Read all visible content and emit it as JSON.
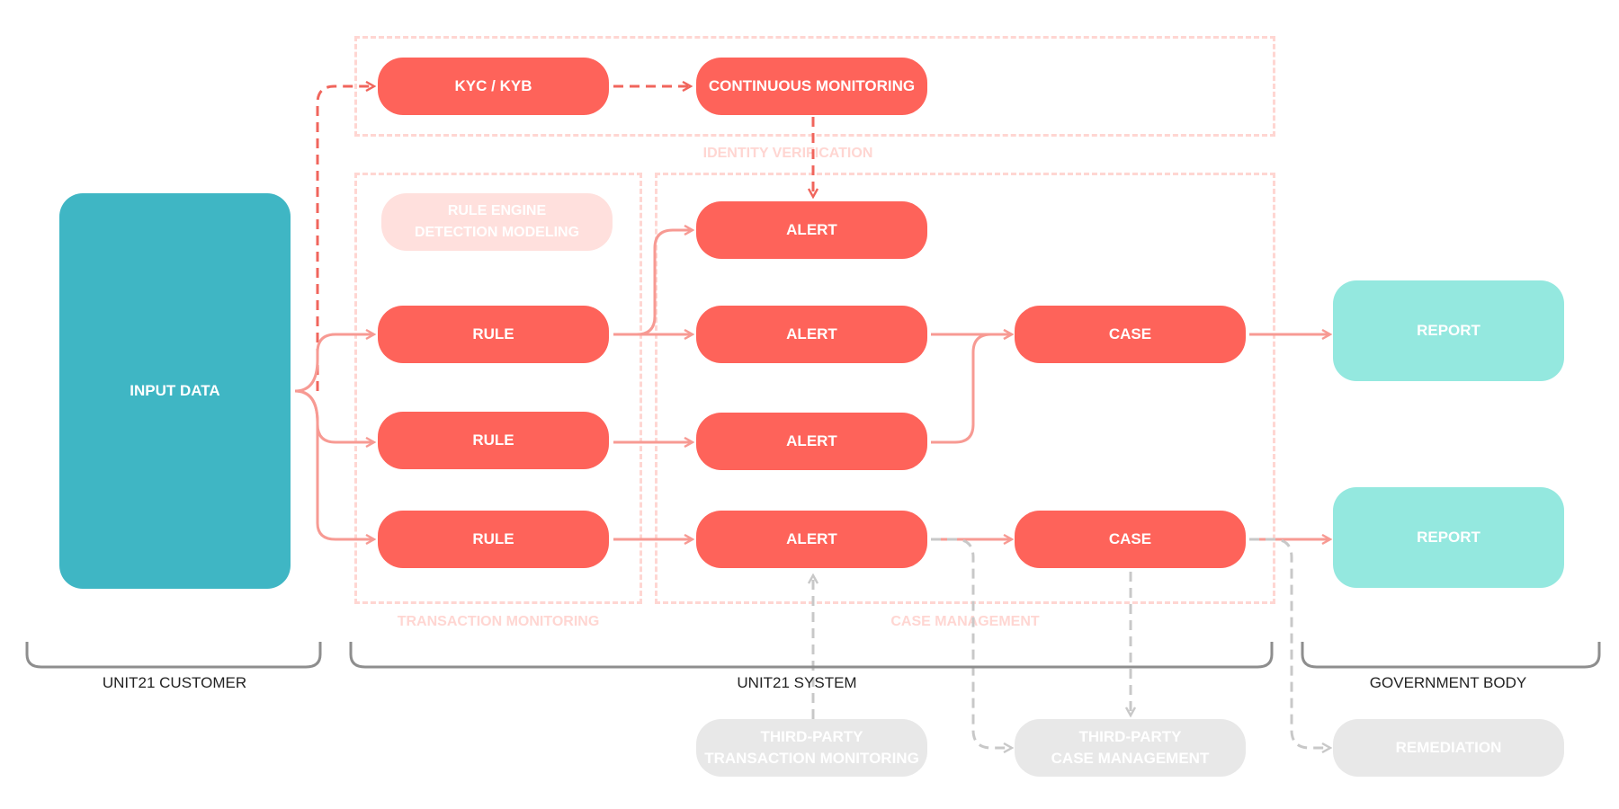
{
  "nodes": {
    "input_data": "INPUT DATA",
    "kyc_kyb": "KYC / KYB",
    "continuous_monitoring": "CONTINUOUS MONITORING",
    "rule_engine": "RULE ENGINE\nDETECTION MODELING",
    "rule_1": "RULE",
    "rule_2": "RULE",
    "rule_3": "RULE",
    "alert_1": "ALERT",
    "alert_2": "ALERT",
    "alert_3": "ALERT",
    "alert_4": "ALERT",
    "case_1": "CASE",
    "case_2": "CASE",
    "report_1": "REPORT",
    "report_2": "REPORT",
    "third_party_tm": "THIRD-PARTY\nTRANSACTION MONITORING",
    "third_party_cm": "THIRD-PARTY\nCASE MANAGEMENT",
    "remediation": "REMEDIATION"
  },
  "regions": {
    "identity_verification": "IDENTITY VERIFICATION",
    "transaction_monitoring": "TRANSACTION MONITORING",
    "case_management": "CASE MANAGEMENT"
  },
  "groups": {
    "customer": "UNIT21 CUSTOMER",
    "system": "UNIT21 SYSTEM",
    "government": "GOVERNMENT BODY"
  },
  "colors": {
    "node_red": "#FE635A",
    "input_teal": "#3FB6C4",
    "report_mint": "#94E8DF",
    "third_party_grey": "#E8E8E8",
    "region_dash": "#FFD6D2",
    "connector_red": "#F79A93",
    "connector_grey": "#C8C8C8"
  }
}
